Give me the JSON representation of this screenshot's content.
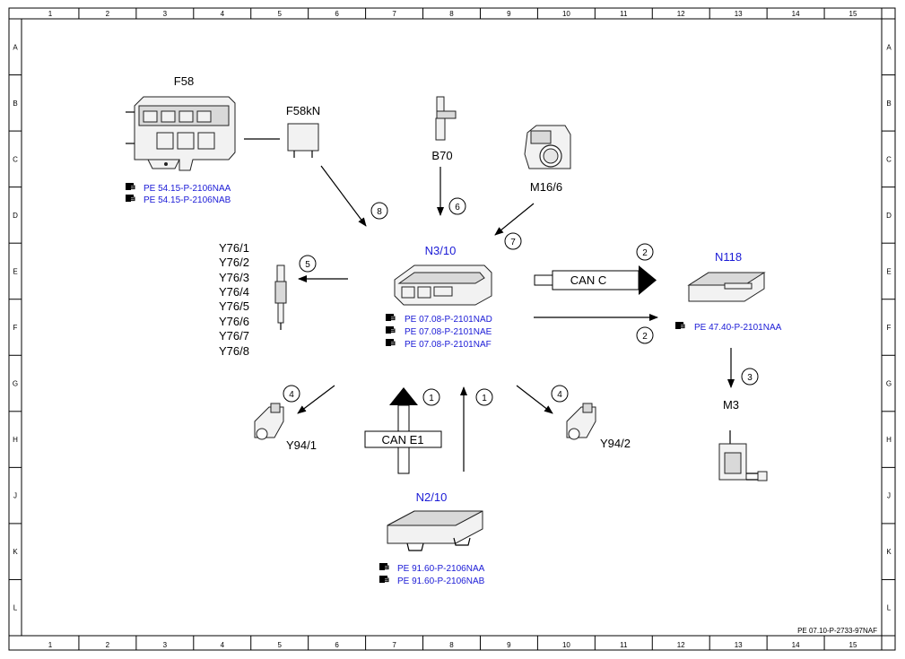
{
  "grid": {
    "columns": [
      "1",
      "2",
      "3",
      "4",
      "5",
      "6",
      "7",
      "8",
      "9",
      "10",
      "11",
      "12",
      "13",
      "14",
      "15"
    ],
    "rows": [
      "A",
      "B",
      "C",
      "D",
      "E",
      "F",
      "G",
      "H",
      "J",
      "K",
      "L"
    ]
  },
  "components": {
    "f58": {
      "label": "F58",
      "refs": [
        "PE 54.15-P-2106NAA",
        "PE 54.15-P-2106NAB"
      ]
    },
    "f58kn": {
      "label": "F58kN"
    },
    "b70": {
      "label": "B70"
    },
    "m16_6": {
      "label": "M16/6"
    },
    "n3_10": {
      "label": "N3/10",
      "refs": [
        "PE 07.08-P-2101NAD",
        "PE 07.08-P-2101NAE",
        "PE 07.08-P-2101NAF"
      ]
    },
    "n118": {
      "label": "N118",
      "refs": [
        "PE 47.40-P-2101NAA"
      ]
    },
    "m3": {
      "label": "M3"
    },
    "y76": {
      "labels": [
        "Y76/1",
        "Y76/2",
        "Y76/3",
        "Y76/4",
        "Y76/5",
        "Y76/6",
        "Y76/7",
        "Y76/8"
      ]
    },
    "y94_1": {
      "label": "Y94/1"
    },
    "y94_2": {
      "label": "Y94/2"
    },
    "n2_10": {
      "label": "N2/10",
      "refs": [
        "PE 91.60-P-2106NAA",
        "PE 91.60-P-2106NAB"
      ]
    }
  },
  "buses": {
    "can_c": "CAN C",
    "can_e1": "CAN E1"
  },
  "signals": {
    "s8": "8",
    "s6": "6",
    "s7": "7",
    "s5": "5",
    "s2a": "2",
    "s2b": "2",
    "s3": "3",
    "s4a": "4",
    "s4b": "4",
    "s1a": "1",
    "s1b": "1"
  },
  "document_id": "PE 07.10-P-2733-97NAF",
  "colors": {
    "link_blue": "#1a1ad6",
    "line": "#000000"
  }
}
